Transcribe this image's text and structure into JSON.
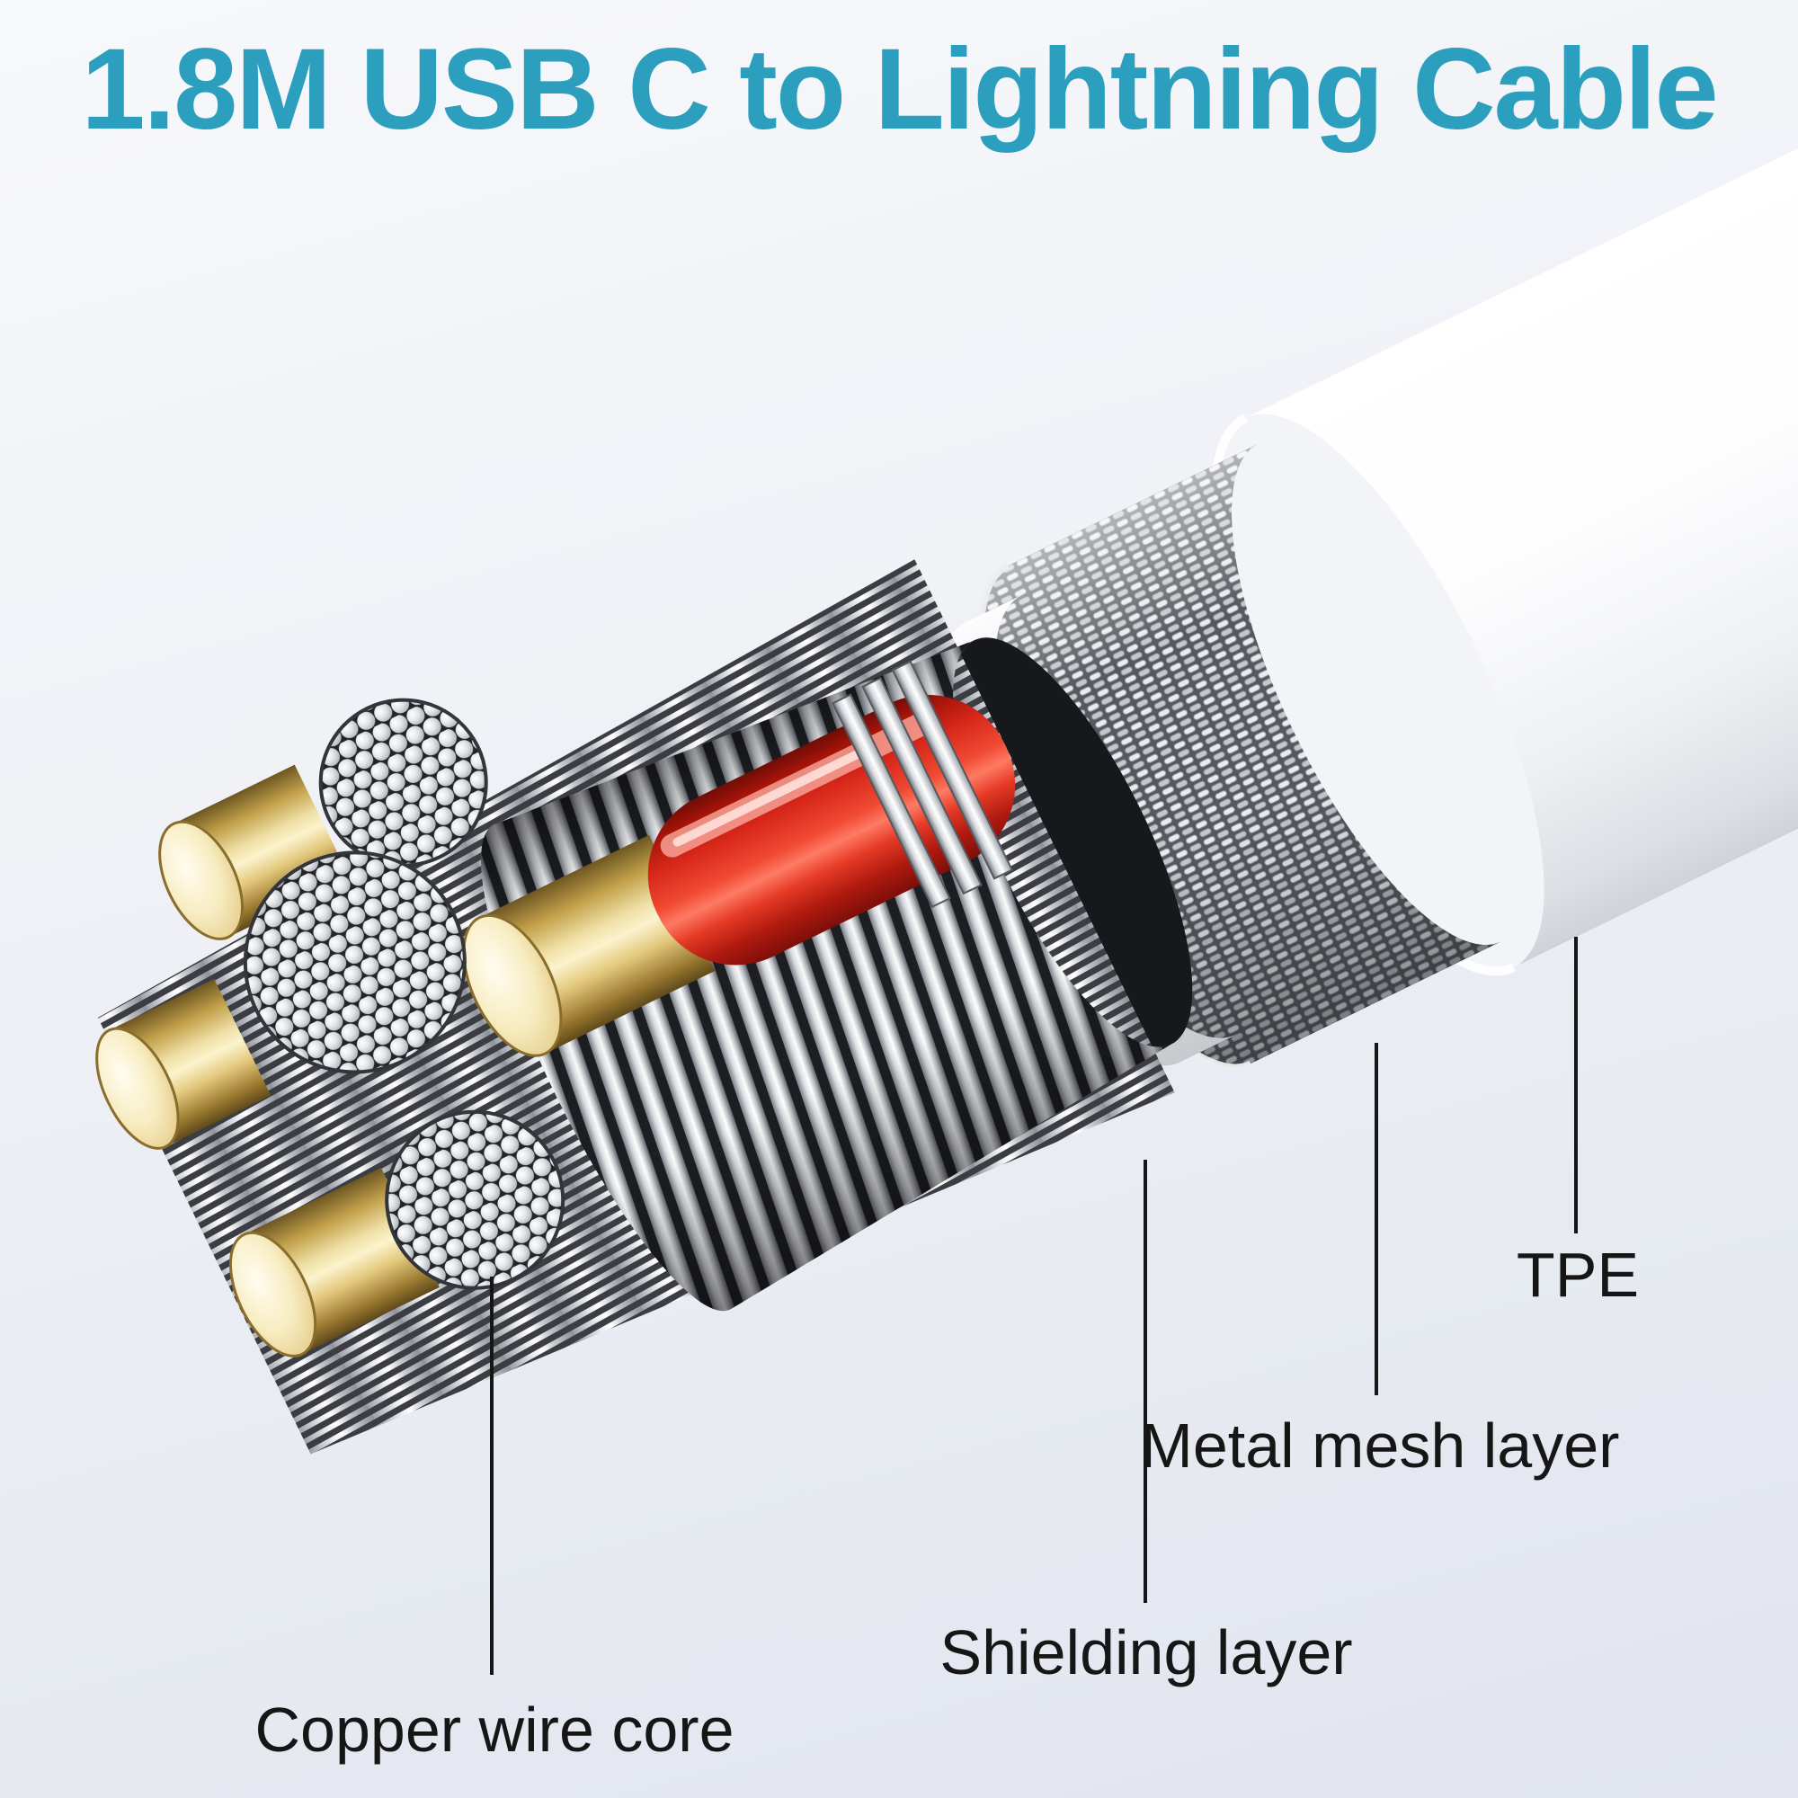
{
  "title": {
    "text": "1.8M USB C to Lightning Cable",
    "color": "#2d9fbe"
  },
  "callouts": [
    {
      "id": "tpe",
      "label": "TPE"
    },
    {
      "id": "metal-mesh",
      "label": "Metal mesh layer"
    },
    {
      "id": "shielding",
      "label": "Shielding layer"
    },
    {
      "id": "copper-core",
      "label": "Copper wire core"
    }
  ],
  "illustration": {
    "name": "usb-c-to-lightning-cable-cutaway",
    "layers": [
      "TPE outer jacket",
      "Metal mesh layer",
      "Shielding layer",
      "Red insulated wire",
      "Copper wire cores"
    ],
    "colors": {
      "jacket_white": "#fdfdfe",
      "mesh_silver": "#e9ebee",
      "shield_silver": "#d9dce1",
      "insulation_red": "#d7271a",
      "conductor_gold": "#eedfa5",
      "strand_silver": "#e3e5e9",
      "cavity_dark": "#17181b",
      "label_text": "#161616",
      "leader_line": "#161616",
      "background_top": "#f7f8fb",
      "background_bottom": "#e2e5ee"
    }
  }
}
